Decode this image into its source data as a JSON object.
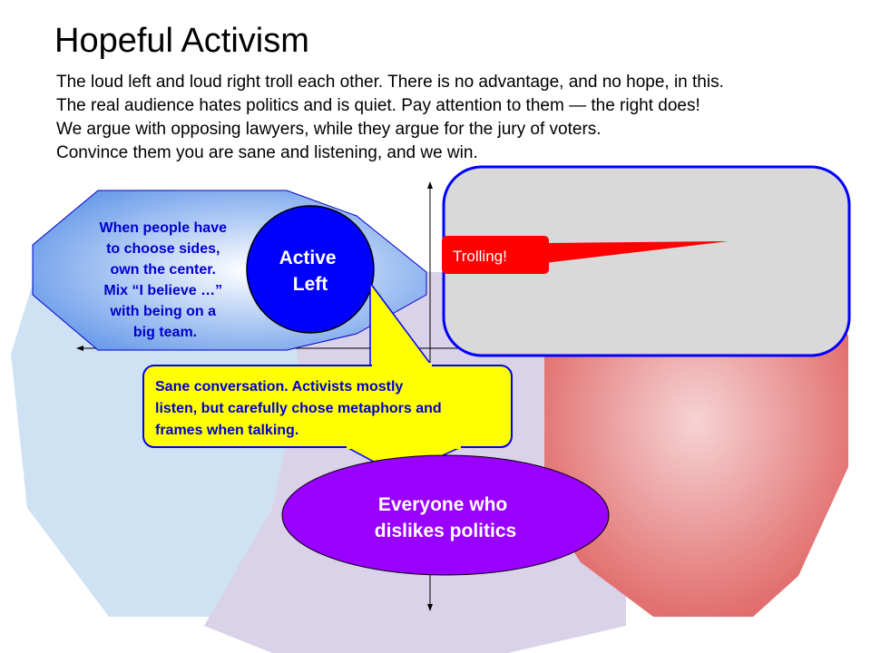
{
  "slide": {
    "title": "Hopeful Activism",
    "intro_lines": [
      "The loud left and loud right troll each other. There is no advantage, and no hope, in this.",
      "The real audience hates politics and is quiet. Pay attention to them — the right does!",
      "We argue with opposing lawyers, while they argue for the jury of voters.",
      "Convince them you are sane and listening, and we win."
    ]
  },
  "diagram": {
    "left_callout_lines": [
      "When people have",
      "to choose sides,",
      "own the center.",
      "Mix “I believe …”",
      "with being on a",
      "big team."
    ],
    "active_left_lines": [
      "Active",
      "Left"
    ],
    "trolling_label": "Trolling!",
    "sane_callout_lines": [
      "Sane conversation. Activists mostly",
      "listen, but carefully chose metaphors and",
      "frames when talking."
    ],
    "center_lines": [
      "Everyone who",
      "dislikes politics"
    ],
    "colors": {
      "left_region": "#cfe2f3",
      "center_region": "#d9d2e9",
      "right_region": "#e06666",
      "active_left": "#0000ff",
      "callout_yellow": "#ffff00",
      "center_ellipse": "#9900ff",
      "trolling_red": "#ff0000",
      "box_grey": "#d9d9d9",
      "text_blue": "#0000cc"
    }
  }
}
